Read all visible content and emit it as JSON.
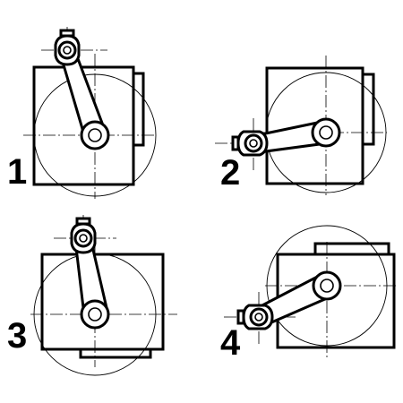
{
  "diagram": {
    "labels": [
      "1",
      "2",
      "3",
      "4"
    ],
    "colors": {
      "ink": "#000000",
      "paper": "#ffffff"
    }
  }
}
